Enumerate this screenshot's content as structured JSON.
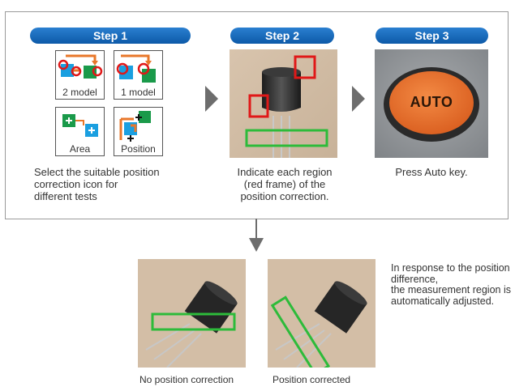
{
  "steps": [
    {
      "label": "Step 1",
      "caption_lines": [
        "Select the suitable position",
        "correction icon for",
        "different tests"
      ]
    },
    {
      "label": "Step 2",
      "caption_lines": [
        "Indicate each region",
        "(red frame) of the",
        "position correction."
      ]
    },
    {
      "label": "Step 3",
      "caption_lines": [
        "Press Auto key."
      ]
    }
  ],
  "icons": [
    {
      "name": "2-model-icon",
      "label": "2 model"
    },
    {
      "name": "1-model-icon",
      "label": "1 model"
    },
    {
      "name": "area-icon",
      "label": "Area"
    },
    {
      "name": "position-icon",
      "label": "Position"
    }
  ],
  "auto_key_text": "AUTO",
  "results": [
    {
      "caption": "No position correction"
    },
    {
      "caption": "Position corrected"
    }
  ],
  "note_lines": [
    "In response to the position",
    "difference,",
    "the measurement region is",
    "automatically adjusted."
  ],
  "colors": {
    "step_blue": "#1566b8",
    "frame_red": "#e01818",
    "frame_green": "#2dbb3a",
    "arrow_gray": "#6d6d6d"
  }
}
